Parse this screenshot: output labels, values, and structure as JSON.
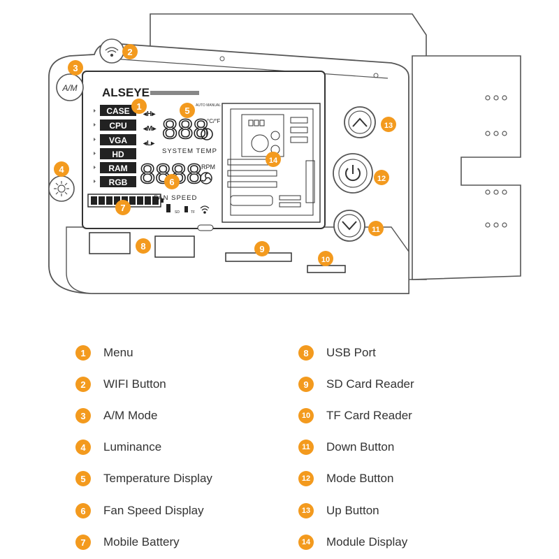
{
  "accent_color": "#f39a1e",
  "brand": "ALSEYE",
  "display": {
    "mode_labels": "AUTO MANUAL",
    "menu_items": [
      "CASE",
      "CPU",
      "VGA",
      "HD",
      "RAM",
      "RGB"
    ],
    "level_high": "◂H▸",
    "level_mid": "◂M▸",
    "level_low": "◂L▸",
    "temp_digits": "888",
    "temp_unit": "°C/°F",
    "system_temp": "SYSTEM TEMP",
    "rpm_digits": "8888",
    "rpm_unit": "RPM",
    "fan_speed": "FAN SPEED",
    "sd_label": "SD",
    "tf_label": "TF"
  },
  "front_buttons": {
    "am_label": "A/M"
  },
  "callouts": [
    "1",
    "2",
    "3",
    "4",
    "5",
    "6",
    "7",
    "8",
    "9",
    "10",
    "11",
    "12",
    "13",
    "14"
  ],
  "legend": [
    {
      "num": "1",
      "label": "Menu"
    },
    {
      "num": "2",
      "label": "WIFI Button"
    },
    {
      "num": "3",
      "label": "A/M Mode"
    },
    {
      "num": "4",
      "label": "Luminance"
    },
    {
      "num": "5",
      "label": "Temperature Display"
    },
    {
      "num": "6",
      "label": "Fan Speed Display"
    },
    {
      "num": "7",
      "label": "Mobile Battery"
    },
    {
      "num": "8",
      "label": "USB Port"
    },
    {
      "num": "9",
      "label": "SD Card Reader"
    },
    {
      "num": "10",
      "label": "TF Card Reader"
    },
    {
      "num": "11",
      "label": "Down Button"
    },
    {
      "num": "12",
      "label": "Mode Button"
    },
    {
      "num": "13",
      "label": "Up Button"
    },
    {
      "num": "14",
      "label": "Module Display"
    }
  ]
}
